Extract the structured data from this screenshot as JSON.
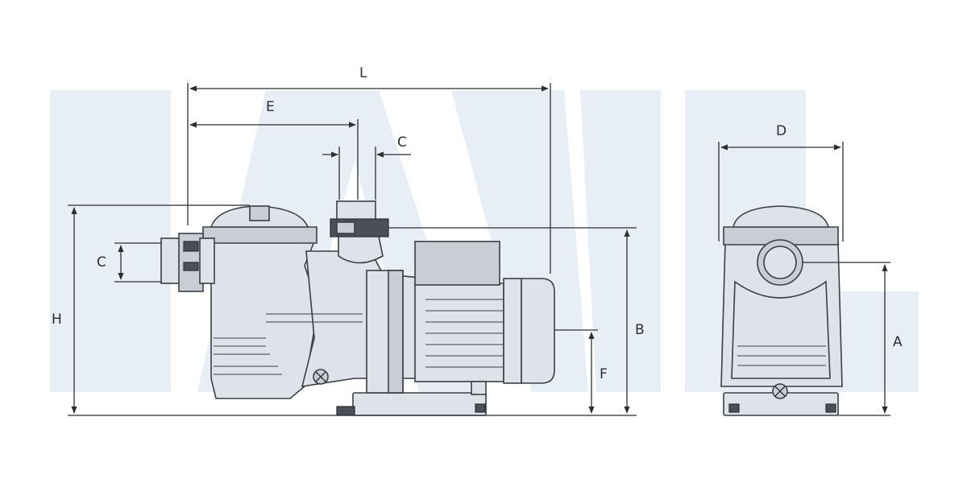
{
  "dimensions": {
    "L": "L",
    "E": "E",
    "C_top": "C",
    "C_left": "C",
    "H": "H",
    "B": "B",
    "F": "F",
    "D": "D",
    "A": "A"
  },
  "colors": {
    "watermark": "#e8eef6",
    "pump_body": "#dfe3e9",
    "outline": "#3a3f46"
  }
}
